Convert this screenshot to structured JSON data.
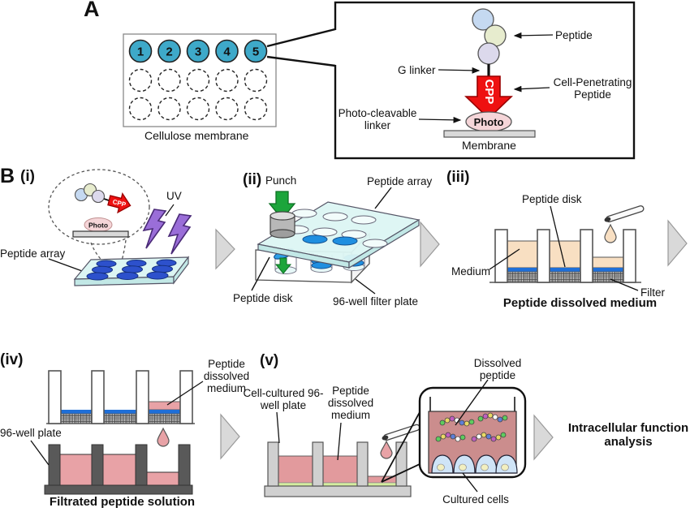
{
  "panel_a": {
    "label": "A",
    "membrane_caption": "Cellulose membrane",
    "spots": [
      "1",
      "2",
      "3",
      "4",
      "5"
    ],
    "detail": {
      "peptide": "Peptide",
      "g_linker": "G linker",
      "cpp_text": "CPP",
      "cpp_label": "Cell-Penetrating Peptide",
      "photo_cleavable": "Photo-cleavable linker",
      "photo": "Photo",
      "membrane": "Membrane"
    }
  },
  "panel_b": {
    "label": "B",
    "step_i": {
      "num": "(i)",
      "uv": "UV",
      "cpp": "CPP",
      "photo": "Photo",
      "peptide_array": "Peptide array"
    },
    "step_ii": {
      "num": "(ii)",
      "punch": "Punch",
      "peptide_array": "Peptide array",
      "peptide_disk": "Peptide disk",
      "filter_plate": "96-well filter plate"
    },
    "step_iii": {
      "num": "(iii)",
      "peptide_disk": "Peptide disk",
      "medium": "Medium",
      "filter": "Filter",
      "caption": "Peptide dissolved medium"
    },
    "step_iv": {
      "num": "(iv)",
      "dissolved_medium": "Peptide dissolved medium",
      "well_plate": "96-well plate",
      "caption": "Filtrated peptide solution"
    },
    "step_v": {
      "num": "(v)",
      "cell_plate": "Cell-cultured 96-well plate",
      "dissolved_medium": "Peptide dissolved medium",
      "dissolved_peptide": "Dissolved peptide",
      "cultured_cells": "Cultured cells"
    },
    "outcome": "Intracellular function analysis"
  },
  "colors": {
    "spot_teal": "#3EA9C9",
    "cpp_red": "#EE1111",
    "uv_purple": "#9A6ED8",
    "array_blue": "#2D51CC",
    "plate_cyan": "#DCF5F3",
    "medium_peach": "#F8DFC2",
    "solution_pink": "#E8A2A6",
    "magnified_rose": "#CB8D8D",
    "cell_blue": "#CFE4F7",
    "green_arrow": "#1CA53B",
    "stripe_blue": "#1F6FD8"
  }
}
